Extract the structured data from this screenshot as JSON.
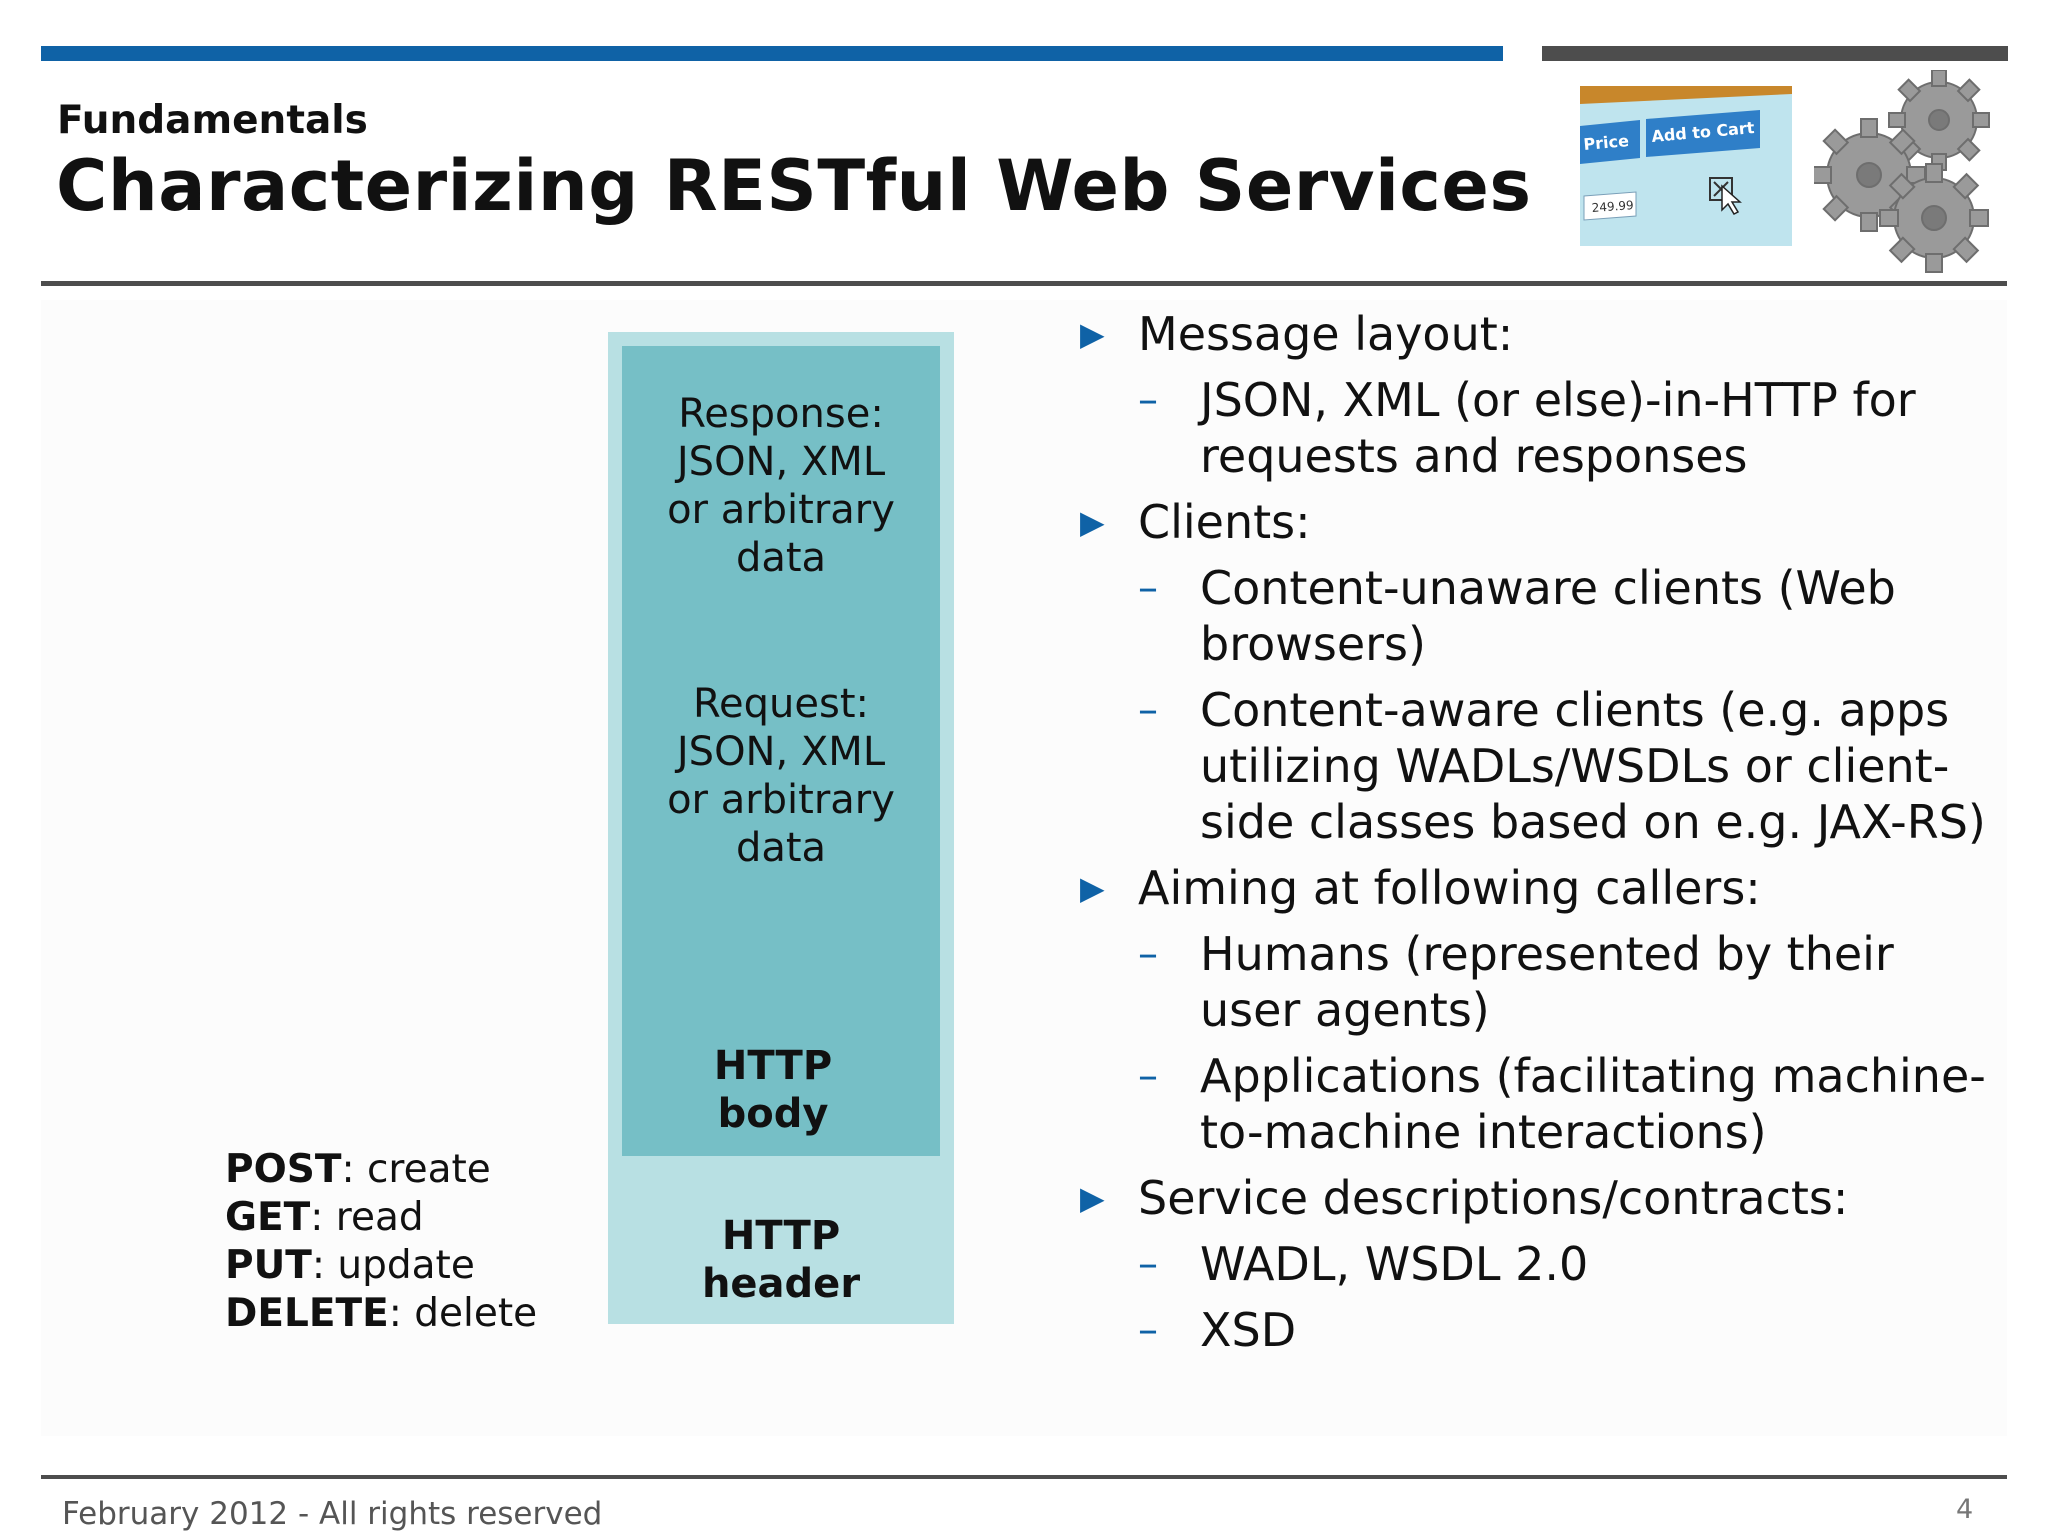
{
  "header": {
    "section": "Fundamentals",
    "title": "Characterizing RESTful Web Services",
    "cart_image": {
      "price_label": "Price",
      "button_label": "Add to Cart",
      "price_value": "249.99"
    }
  },
  "diagram": {
    "response_lines": [
      "Response:",
      "JSON, XML",
      "or arbitrary",
      "data"
    ],
    "request_lines": [
      "Request:",
      "JSON, XML",
      "or arbitrary",
      "data"
    ],
    "body_lines": [
      "HTTP",
      "body"
    ],
    "header_lines": [
      "HTTP",
      "header"
    ]
  },
  "methods": [
    {
      "verb": "POST",
      "action": ": create"
    },
    {
      "verb": "GET",
      "action": ": read"
    },
    {
      "verb": "PUT",
      "action": ": update"
    },
    {
      "verb": "DELETE",
      "action": ": delete"
    }
  ],
  "bullets": [
    {
      "text": "Message layout:",
      "sub": [
        "JSON, XML (or else)-in-HTTP for requests and responses"
      ]
    },
    {
      "text": "Clients:",
      "sub": [
        "Content-unaware clients (Web browsers)",
        "Content-aware clients (e.g. apps utilizing WADLs/WSDLs or client-side classes based on e.g. JAX-RS)"
      ]
    },
    {
      "text": "Aiming at following callers:",
      "sub": [
        "Humans (represented by their user agents)",
        "Applications (facilitating machine-to-machine interactions)"
      ]
    },
    {
      "text": "Service descriptions/contracts:",
      "sub": [
        "WADL, WSDL 2.0",
        "XSD"
      ]
    }
  ],
  "footer": {
    "text": "February 2012 - All rights reserved",
    "page": "4"
  },
  "colors": {
    "accent_blue": "#0f62a6",
    "rule_gray": "#4d4d4d",
    "body_teal": "#76bfc6",
    "header_teal": "#b8e0e3"
  },
  "icons": {
    "bullet": "triangle-right-icon",
    "sub_bullet": "dash-icon"
  }
}
